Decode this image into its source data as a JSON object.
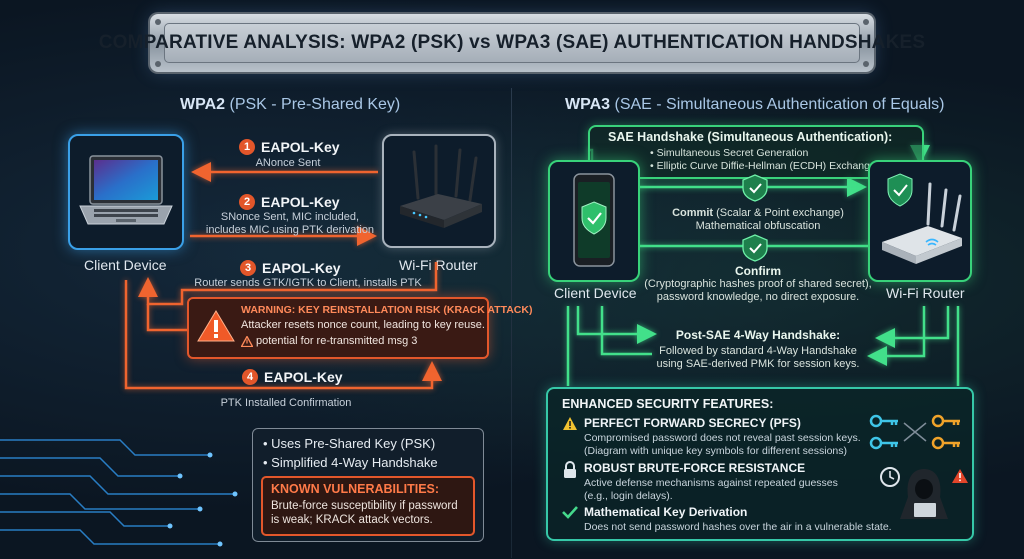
{
  "title": "COMPARATIVE ANALYSIS: WPA2 (PSK) vs WPA3 (SAE) AUTHENTICATION HANDSHAKES",
  "wpa2": {
    "heading_bold": "WPA2",
    "heading_rest": " (PSK - Pre-Shared Key)",
    "client_label": "Client Device",
    "router_label": "Wi-Fi Router",
    "steps": [
      {
        "num": "1",
        "title": "EAPOL-Key",
        "desc": "ANonce Sent"
      },
      {
        "num": "2",
        "title": "EAPOL-Key",
        "desc": "SNonce Sent, MIC included,\nincludes MIC using PTK derivation"
      },
      {
        "num": "3",
        "title": "EAPOL-Key",
        "desc": "Router sends GTK/IGTK to Client, installs PTK"
      },
      {
        "num": "4",
        "title": "EAPOL-Key",
        "desc": "PTK Installed Confirmation"
      }
    ],
    "warning": {
      "title": "WARNING: KEY REINSTALLATION RISK (KRACK ATTACK)",
      "line1": "Attacker resets nonce count, leading to key reuse.",
      "line2": "potential for re-transmitted msg 3"
    },
    "info": {
      "bullets": [
        "Uses Pre-Shared Key (PSK)",
        "Simplified 4-Way Handshake"
      ],
      "vuln_title": "KNOWN VULNERABILITIES:",
      "vuln_text": "Brute-force susceptibility if password is weak; KRACK attack vectors."
    }
  },
  "wpa3": {
    "heading_bold": "WPA3",
    "heading_rest": " (SAE - Simultaneous Authentication of Equals)",
    "client_label": "Client Device",
    "router_label": "Wi-Fi Router",
    "sae": {
      "title": "SAE Handshake (Simultaneous Authentication):",
      "bullets": [
        "• Simultaneous Secret Generation",
        "• Elliptic Curve Diffie-Hellman (ECDH) Exchange"
      ]
    },
    "commit": {
      "bold": "Commit",
      "rest": " (Scalar & Point exchange)",
      "line2": "Mathematical obfuscation"
    },
    "confirm": {
      "title": "Confirm",
      "line1": "(Cryptographic hashes proof of shared secret),",
      "line2": "password knowledge, no direct exposure."
    },
    "post": {
      "title": "Post-SAE 4-Way Handshake:",
      "line1": "Followed by standard 4-Way Handshake",
      "line2": "using SAE-derived PMK for session keys."
    },
    "enhanced": {
      "heading": "ENHANCED SECURITY FEATURES:",
      "features": [
        {
          "title": "PERFECT FORWARD SECRECY (PFS)",
          "desc1": "Compromised password does not reveal past session keys.",
          "desc2": "(Diagram with unique key symbols for different sessions)"
        },
        {
          "title": "ROBUST BRUTE-FORCE RESISTANCE",
          "desc1": "Active defense mechanisms against repeated guesses",
          "desc2": "(e.g., login delays)."
        },
        {
          "title": "Mathematical Key Derivation",
          "desc1": "Does not send password hashes over the air in a vulnerable state.",
          "desc2": ""
        }
      ]
    }
  },
  "colors": {
    "wpa2_accent": "#e2562a",
    "wpa3_accent": "#38d27a",
    "device_blue": "#3aa0e8"
  }
}
